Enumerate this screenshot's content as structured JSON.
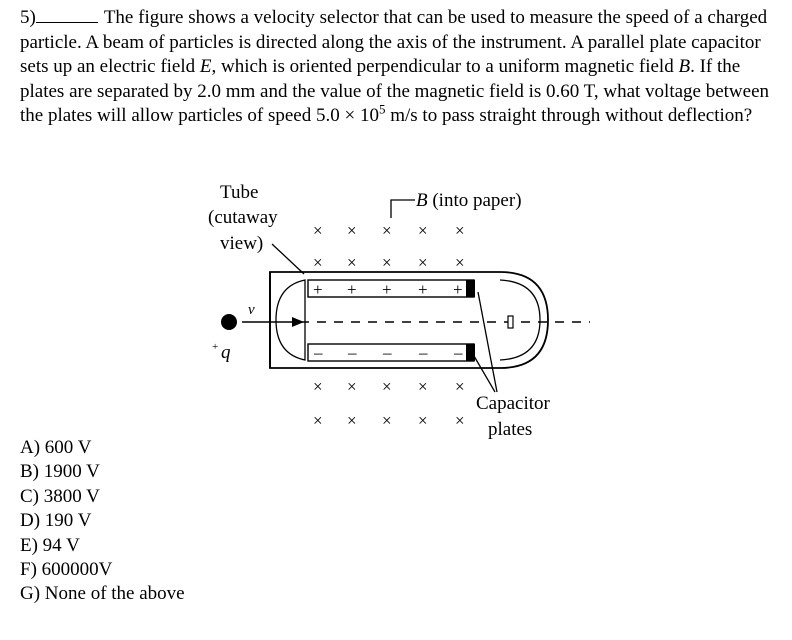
{
  "question": {
    "number": "5)",
    "text_part1": "The figure shows a velocity selector that can be used to measure the speed of a charged particle. A beam of particles is directed along the axis of the instrument. A parallel plate capacitor sets up an electric field ",
    "E": "E",
    "text_part2": ", which is oriented perpendicular to a uniform magnetic field ",
    "B": "B",
    "text_part3": ". If the plates are separated by 2.0 mm and the value of the magnetic field is 0.60 T, what voltage between the plates will allow particles of speed 5.0 × 10",
    "exponent": "5",
    "text_part4": " m/s to pass straight through without deflection?"
  },
  "figure": {
    "tube_label_1": "Tube",
    "tube_label_2": "(cutaway",
    "tube_label_3": "view)",
    "b_symbol": "B",
    "b_label": " (into paper)",
    "velocity_label": "v",
    "charge_sign": "+",
    "charge_label": "q",
    "plus_signs": [
      "+",
      "+",
      "+",
      "+",
      "+"
    ],
    "minus_signs": [
      "–",
      "–",
      "–",
      "–",
      "–"
    ],
    "capacitor_label_1": "Capacitor",
    "capacitor_label_2": "plates",
    "cross_symbol": "×"
  },
  "choices": [
    "A) 600 V",
    "B) 1900 V",
    "C) 3800 V",
    "D) 190 V",
    "E) 94 V",
    "F) 600000V",
    "G) None of the above"
  ]
}
